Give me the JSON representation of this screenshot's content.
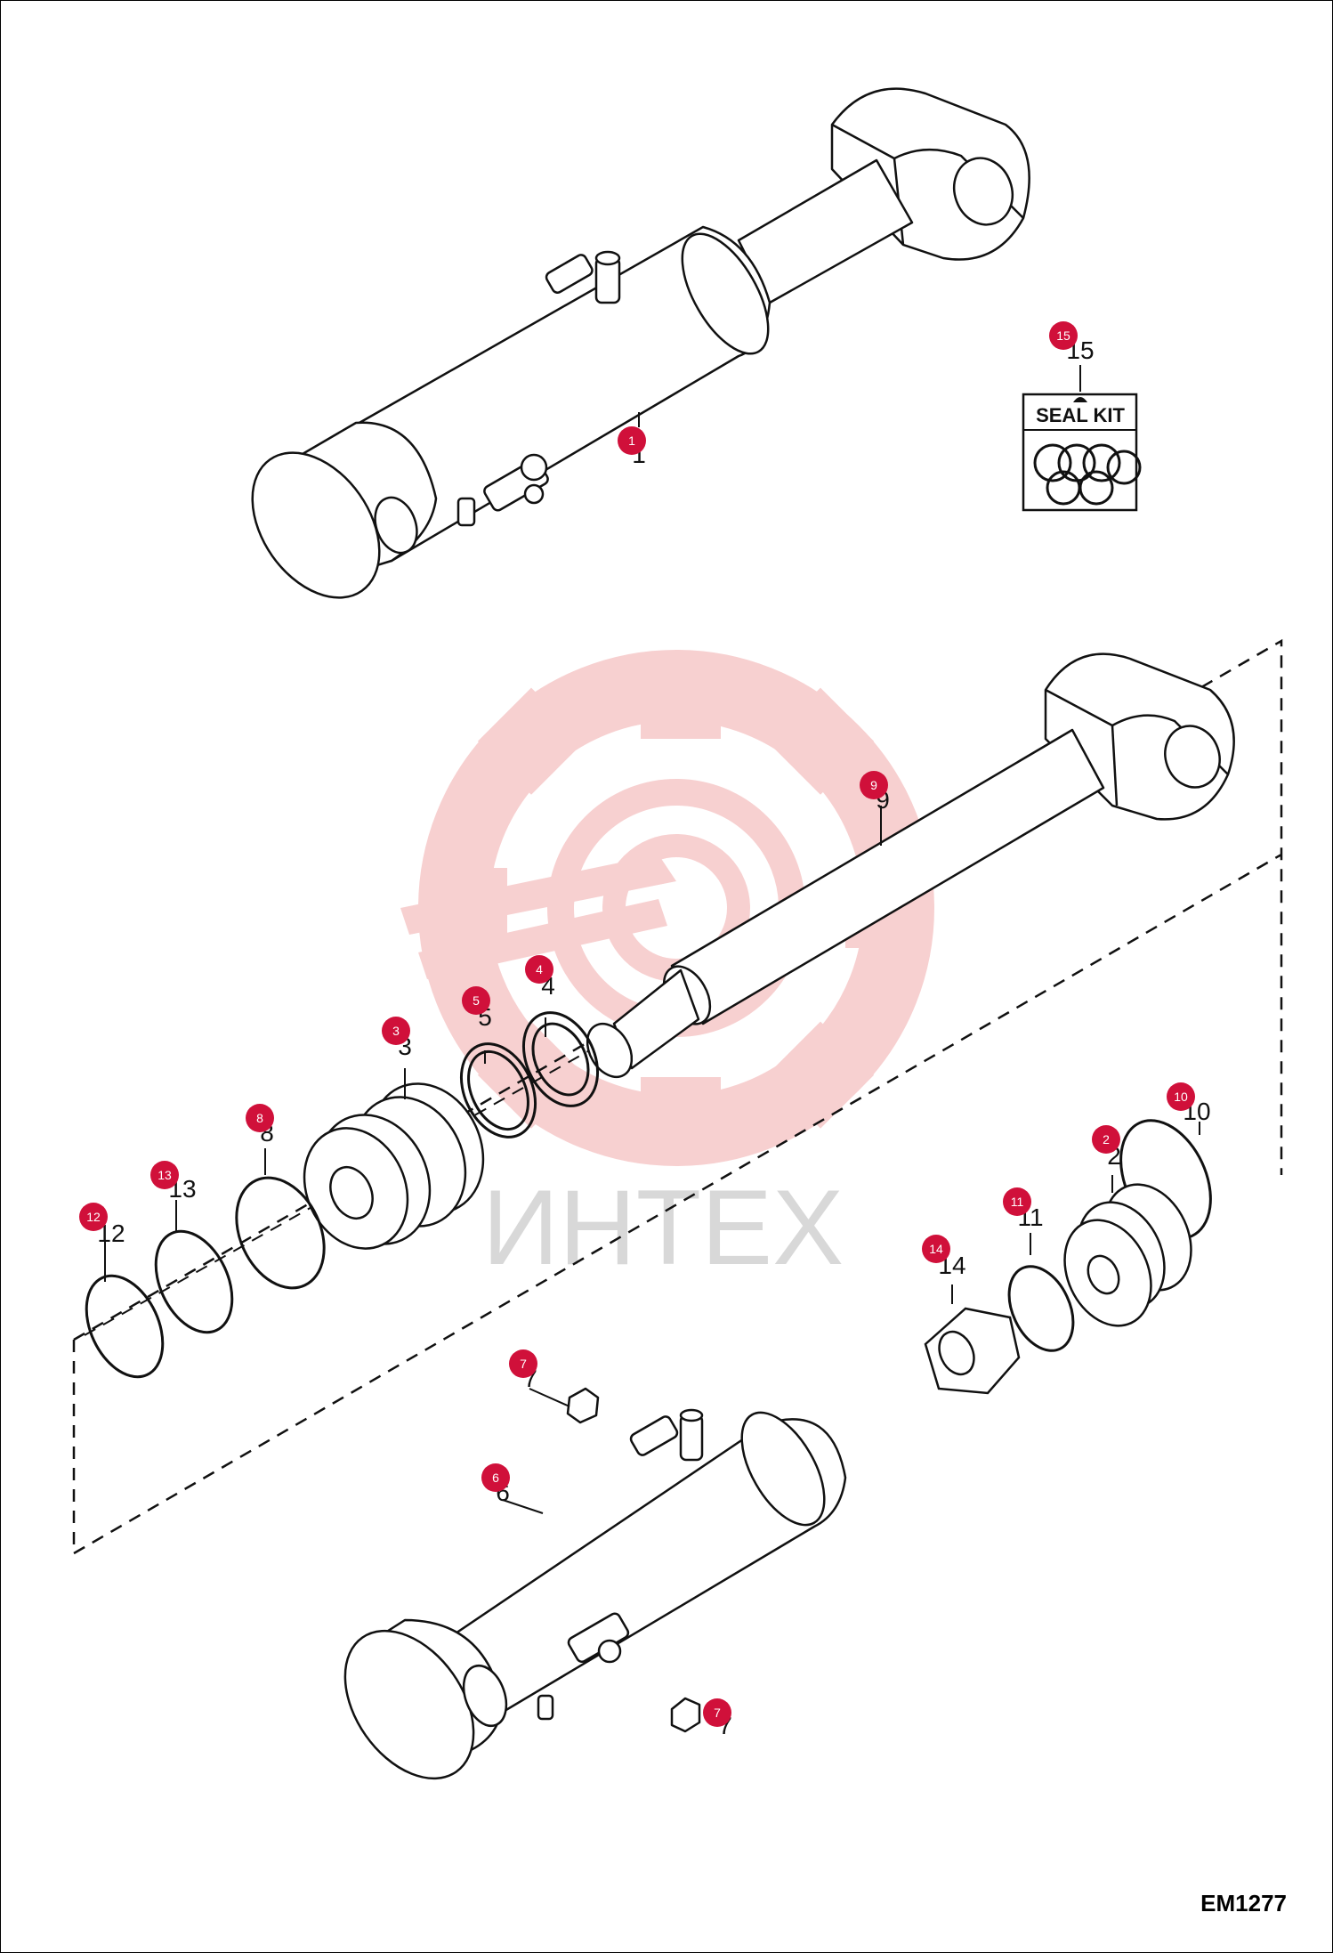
{
  "diagram": {
    "code": "EM1277",
    "watermark_text": "ИНТЕХ",
    "seal_kit_label": "SEAL KIT",
    "callouts": [
      {
        "number": "1",
        "label": "1"
      },
      {
        "number": "2",
        "label": "2"
      },
      {
        "number": "3",
        "label": "3"
      },
      {
        "number": "4",
        "label": "4"
      },
      {
        "number": "5",
        "label": "5"
      },
      {
        "number": "6",
        "label": "6"
      },
      {
        "number": "7",
        "label": "7"
      },
      {
        "number": "7",
        "label": "7"
      },
      {
        "number": "8",
        "label": "8"
      },
      {
        "number": "9",
        "label": "9"
      },
      {
        "number": "10",
        "label": "10"
      },
      {
        "number": "11",
        "label": "11"
      },
      {
        "number": "12",
        "label": "12"
      },
      {
        "number": "13",
        "label": "13"
      },
      {
        "number": "14",
        "label": "14"
      },
      {
        "number": "15",
        "label": "15"
      }
    ]
  },
  "colors": {
    "callout_fill": "#d0103a",
    "line": "#111111",
    "watermark_gear": "#f6c8c8"
  }
}
